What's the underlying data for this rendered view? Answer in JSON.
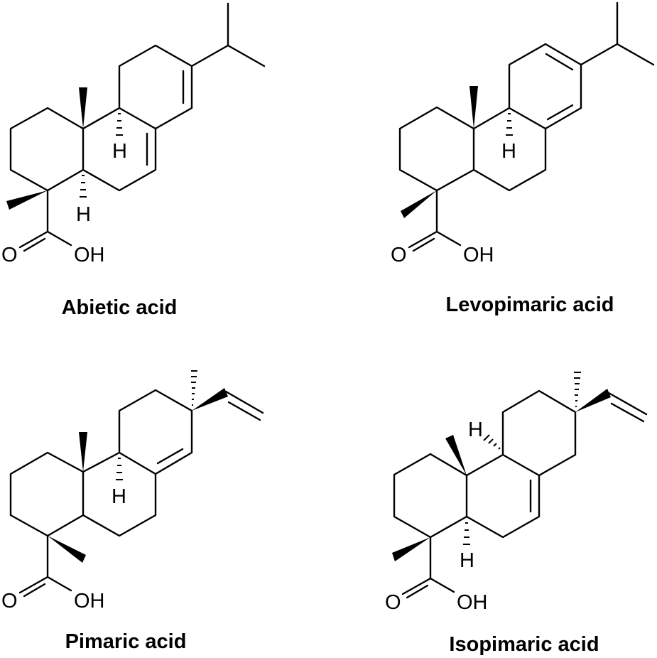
{
  "figure": {
    "compounds": [
      {
        "name": "Abietic acid",
        "atoms": {
          "O": "O",
          "OH": "OH",
          "H1": "H",
          "H2": "H"
        }
      },
      {
        "name": "Levopimaric acid",
        "atoms": {
          "O": "O",
          "OH": "OH",
          "H1": "H"
        }
      },
      {
        "name": "Pimaric acid",
        "atoms": {
          "O": "O",
          "OH": "OH",
          "H1": "H"
        }
      },
      {
        "name": "Isopimaric acid",
        "atoms": {
          "O": "O",
          "OH": "OH",
          "H1": "H",
          "H2": "H"
        }
      }
    ],
    "colors": {
      "ink": "#000000",
      "background": "#ffffff"
    }
  }
}
